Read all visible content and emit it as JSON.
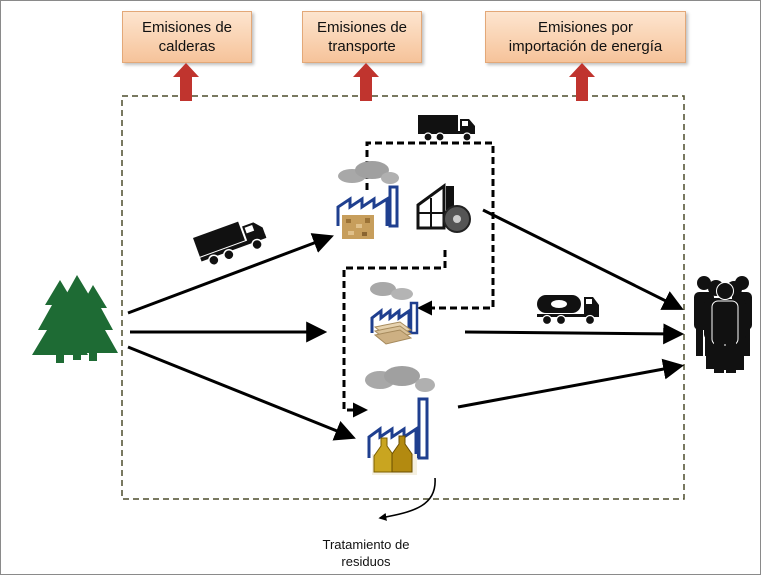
{
  "emissions": {
    "boilers": "Emisiones de\ncalderas",
    "transport": "Emisiones de\ntransporte",
    "energy_import": "Emisiones por\nimportación de energía"
  },
  "waste_treatment": "Tratamiento de\nresiduos",
  "colors": {
    "forest_green": "#1e6b34",
    "box_fill_top": "#fde5cf",
    "box_fill_bottom": "#f6c39a",
    "emission_arrow_red": "#c0342e",
    "factory_blue": "#1f3f8f",
    "boundary_dash": "#4d4d2d"
  },
  "icons": [
    "forest-icon",
    "truck-icon",
    "factory-icon",
    "sawmill-icon",
    "tanker-truck-icon",
    "people-icon",
    "biofuel-bottles-icon",
    "plywood-icon",
    "wood-chips-icon"
  ]
}
